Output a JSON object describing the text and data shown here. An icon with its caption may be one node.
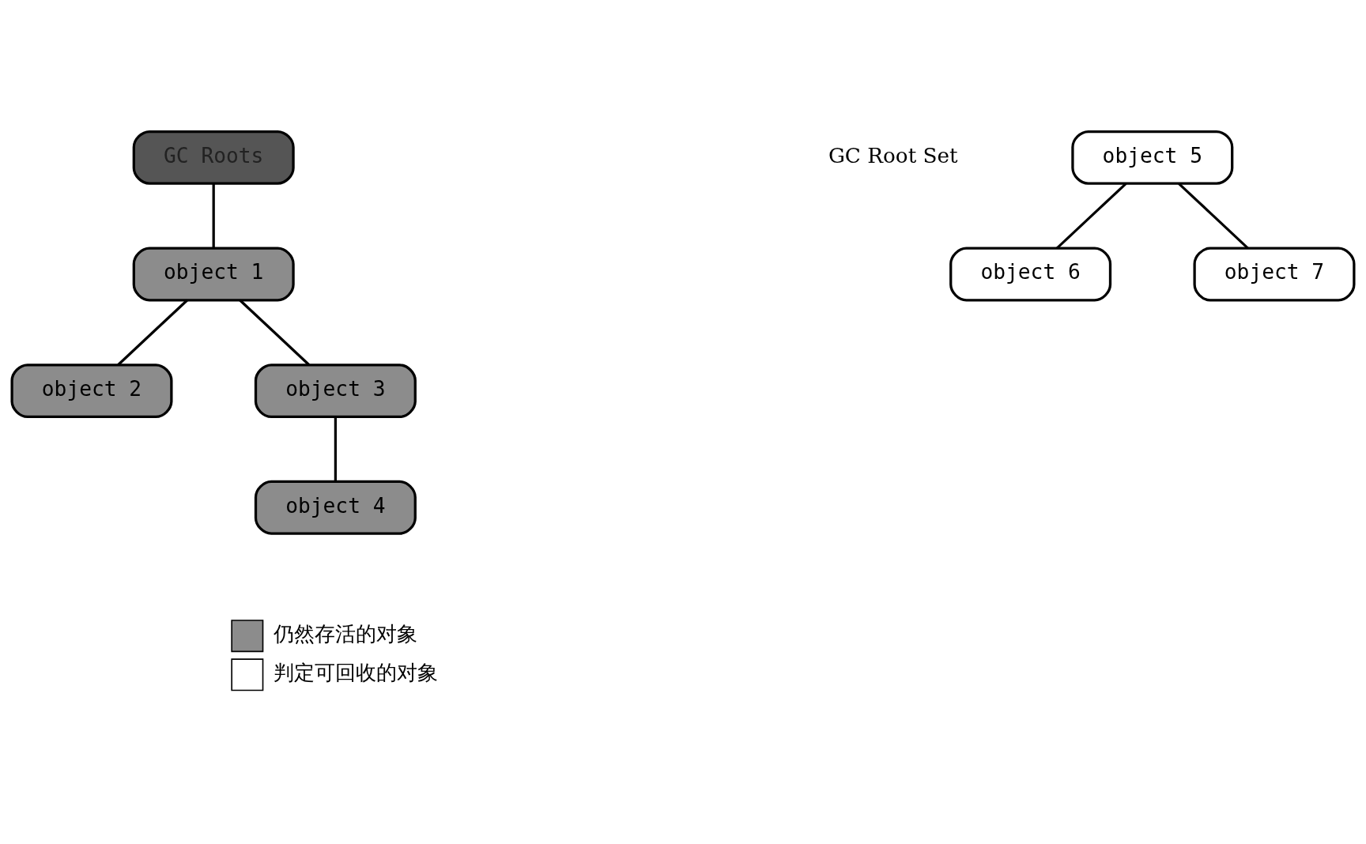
{
  "diagram": {
    "nodes": [
      {
        "text": [
          "GC Roots"
        ]
      },
      {
        "text": [
          "object 1"
        ]
      },
      {
        "text": [
          "object 2"
        ]
      },
      {
        "text": [
          "object 3"
        ]
      },
      {
        "text": [
          "object 4"
        ]
      },
      {
        "text": [
          "object 5"
        ]
      },
      {
        "text": [
          "object 6"
        ]
      },
      {
        "text": [
          "object 7"
        ]
      }
    ],
    "edges": [
      {
        "from": 0,
        "to": 1,
        "arrow": "none"
      },
      {
        "from": 1,
        "to": 2,
        "arrow": "none"
      },
      {
        "from": 1,
        "to": 3,
        "arrow": "none"
      },
      {
        "from": 3,
        "to": 4,
        "arrow": "none"
      },
      {
        "from": 5,
        "to": 6,
        "arrow": "none"
      },
      {
        "from": 5,
        "to": 7,
        "arrow": "none"
      }
    ],
    "labels": [
      "GC Root Set"
    ],
    "legend": [
      {
        "text": "仍然存活的对象",
        "color": "#8c8c8c"
      },
      {
        "text": "判定可回收的对象",
        "color": "#ffffff"
      }
    ]
  }
}
